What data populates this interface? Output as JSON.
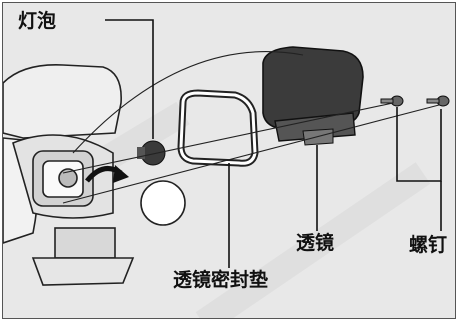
{
  "labels": {
    "bulb": "灯泡",
    "lens": "透镜",
    "screw": "螺钉",
    "gasket": "透镜密封垫"
  },
  "colors": {
    "background": "#e8e8e8",
    "line": "#111111",
    "part_dark": "#3a3a3a",
    "part_light": "#ffffff"
  }
}
